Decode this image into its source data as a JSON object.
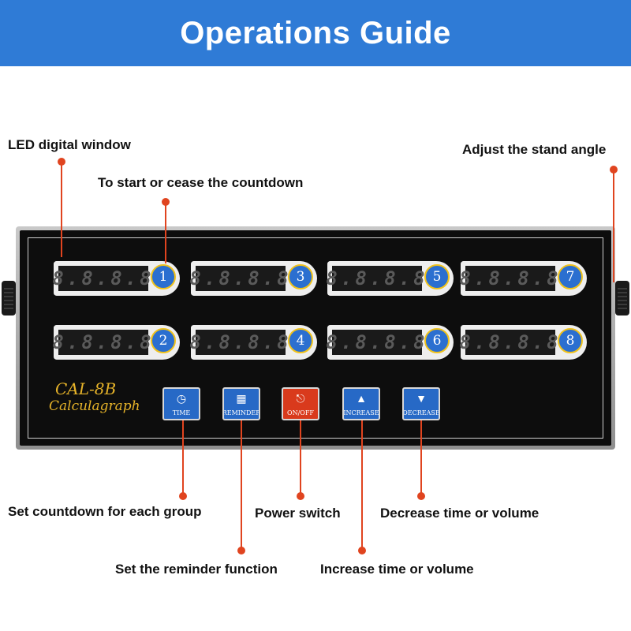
{
  "header": {
    "title": "Operations Guide"
  },
  "callouts": {
    "led_window": "LED digital window",
    "start_cease": "To start or cease the countdown",
    "stand_angle": "Adjust the stand angle",
    "set_countdown": "Set countdown for each group",
    "reminder": "Set the reminder function",
    "power": "Power switch",
    "increase": "Increase time or volume",
    "decrease": "Decrease time or volume"
  },
  "device": {
    "model": "CAL-8B",
    "name": "Calculagraph",
    "display_digits": "8.8.8.8",
    "timers": [
      {
        "number": "1"
      },
      {
        "number": "2"
      },
      {
        "number": "3"
      },
      {
        "number": "4"
      },
      {
        "number": "5"
      },
      {
        "number": "6"
      },
      {
        "number": "7"
      },
      {
        "number": "8"
      }
    ],
    "buttons": {
      "time": "TIME",
      "reminder": "REMINDER",
      "onoff": "ON/OFF",
      "increase": "INCREASE",
      "decrease": "DECREASE"
    },
    "icons": {
      "time": "clock-icon",
      "reminder": "basket-icon",
      "onoff": "power-icon",
      "increase": "up-triangle-icon",
      "decrease": "down-triangle-icon"
    }
  },
  "colors": {
    "header_bg": "#2f7bd6",
    "leader": "#e0441f",
    "button_blue": "#2769c6",
    "button_red": "#d93a1c",
    "brand_gold": "#e6b329"
  }
}
